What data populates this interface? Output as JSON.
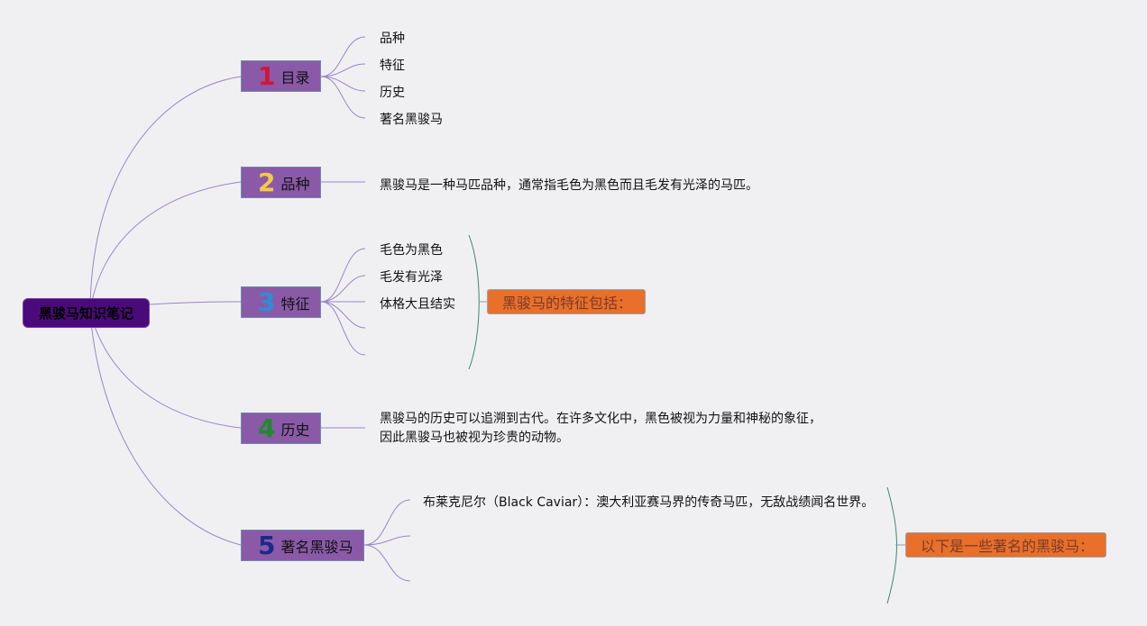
{
  "root": {
    "title": "黑骏马知识笔记"
  },
  "branches": [
    {
      "num": "1",
      "num_color": "#d0163a",
      "label": "目录",
      "leaves": [
        "品种",
        "特征",
        "历史",
        "著名黑骏马"
      ]
    },
    {
      "num": "2",
      "num_color": "#f2c94c",
      "label": "品种",
      "text": "黑骏马是一种马匹品种，通常指毛色为黑色而且毛发有光泽的马匹。"
    },
    {
      "num": "3",
      "num_color": "#2a8fd6",
      "label": "特征",
      "leaves": [
        "毛色为黑色",
        "毛发有光泽",
        "体格大且结实"
      ],
      "summary": "黑骏马的特征包括："
    },
    {
      "num": "4",
      "num_color": "#1f8a2c",
      "label": "历史",
      "text_lines": [
        "黑骏马的历史可以追溯到古代。在许多文化中，黑色被视为力量和神秘的象征，",
        "因此黑骏马也被视为珍贵的动物。"
      ]
    },
    {
      "num": "5",
      "num_color": "#1a2a8a",
      "label": "著名黑骏马",
      "leaves": [
        "布莱克尼尔（Black Caviar）：澳大利亚赛马界的传奇马匹，无敌战绩闻名世界。"
      ],
      "summary": "以下是一些著名的黑骏马："
    }
  ],
  "colors": {
    "connector": "#9a86c8",
    "bracket": "#3a8a6a",
    "note_bg": "#e8702a"
  }
}
